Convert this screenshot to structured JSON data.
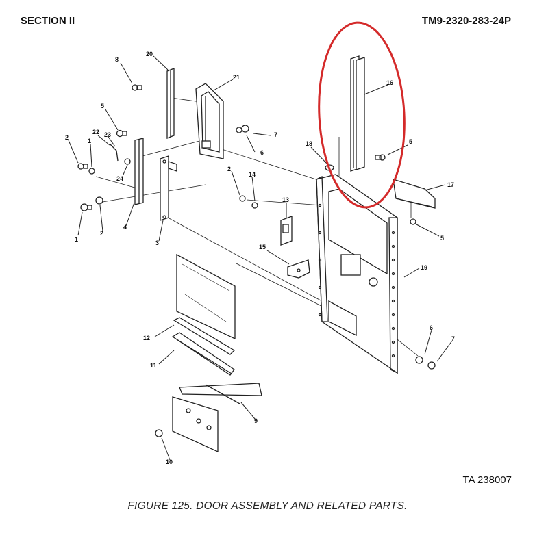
{
  "header": {
    "section": "SECTION II",
    "manual_number": "TM9-2320-283-24P"
  },
  "figure": {
    "caption": "FIGURE 125.  DOOR ASSEMBLY AND RELATED PARTS.",
    "reference": "TA 238007"
  },
  "callouts": {
    "c1a": "1",
    "c1b": "1",
    "c2a": "2",
    "c2b": "2",
    "c2c": "2",
    "c3": "3",
    "c4": "4",
    "c5a": "5",
    "c5b": "5",
    "c5c": "5",
    "c6a": "6",
    "c6b": "6",
    "c7a": "7",
    "c7b": "7",
    "c8": "8",
    "c9": "9",
    "c10": "10",
    "c11": "11",
    "c12": "12",
    "c13": "13",
    "c14": "14",
    "c15": "15",
    "c16": "16",
    "c17": "17",
    "c18": "18",
    "c19": "19",
    "c20": "20",
    "c21": "21",
    "c22": "22",
    "c23": "23",
    "c24": "24"
  },
  "highlight": {
    "color": "#d42a2a",
    "target_callout": "16"
  }
}
